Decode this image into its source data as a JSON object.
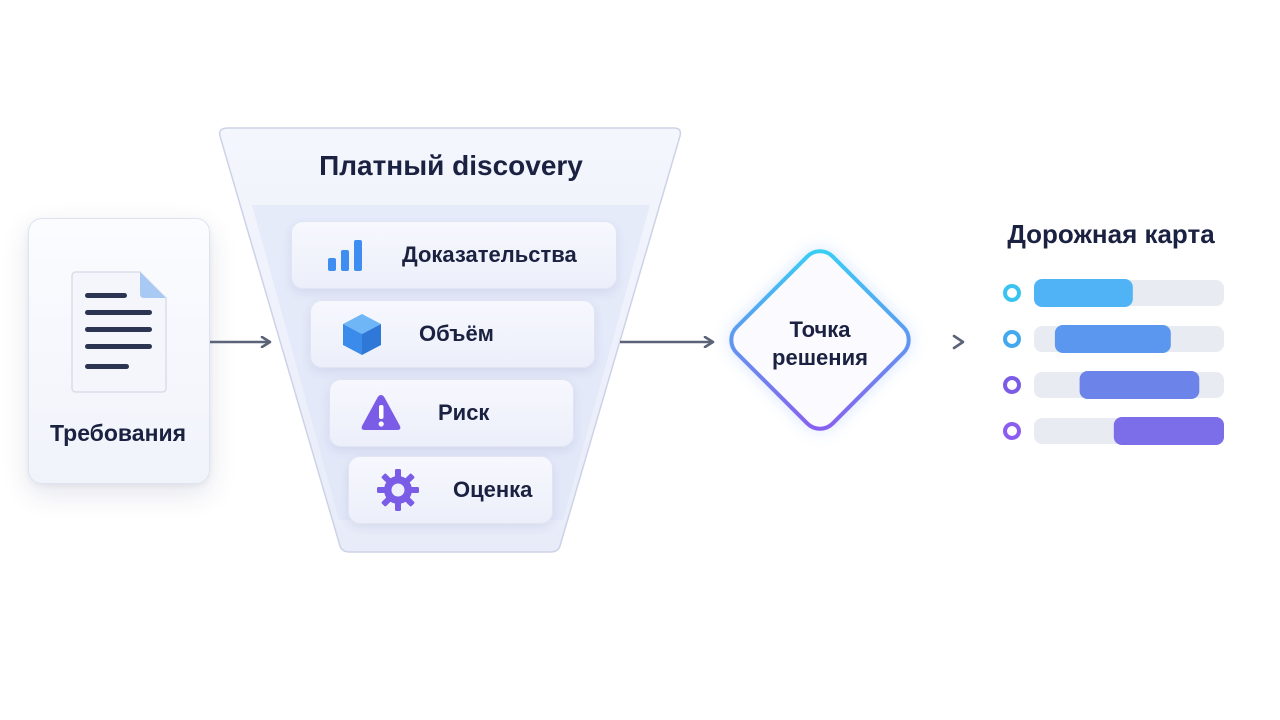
{
  "requirements": {
    "label": "Требования",
    "icon": "document-icon"
  },
  "funnel": {
    "title": "Платный discovery",
    "steps": [
      {
        "label": "Доказательства",
        "icon": "bar-chart-icon"
      },
      {
        "label": "Объём",
        "icon": "cube-icon"
      },
      {
        "label": "Риск",
        "icon": "warning-icon"
      },
      {
        "label": "Оценка",
        "icon": "gear-icon"
      }
    ]
  },
  "decision": {
    "label_line1": "Точка",
    "label_line2": "решения"
  },
  "roadmap": {
    "title": "Дорожная карта",
    "bars": [
      {
        "start": 0.0,
        "end": 0.52,
        "color": "#4fb3f5"
      },
      {
        "start": 0.11,
        "end": 0.72,
        "color": "#5b97ee"
      },
      {
        "start": 0.24,
        "end": 0.87,
        "color": "#6c84ea"
      },
      {
        "start": 0.42,
        "end": 1.0,
        "color": "#7b6ee8"
      }
    ]
  },
  "colors": {
    "arrow": "#5a6378",
    "icon_blue": "#3d8ef0",
    "icon_purple": "#7a5ce6",
    "text": "#1b2140"
  }
}
